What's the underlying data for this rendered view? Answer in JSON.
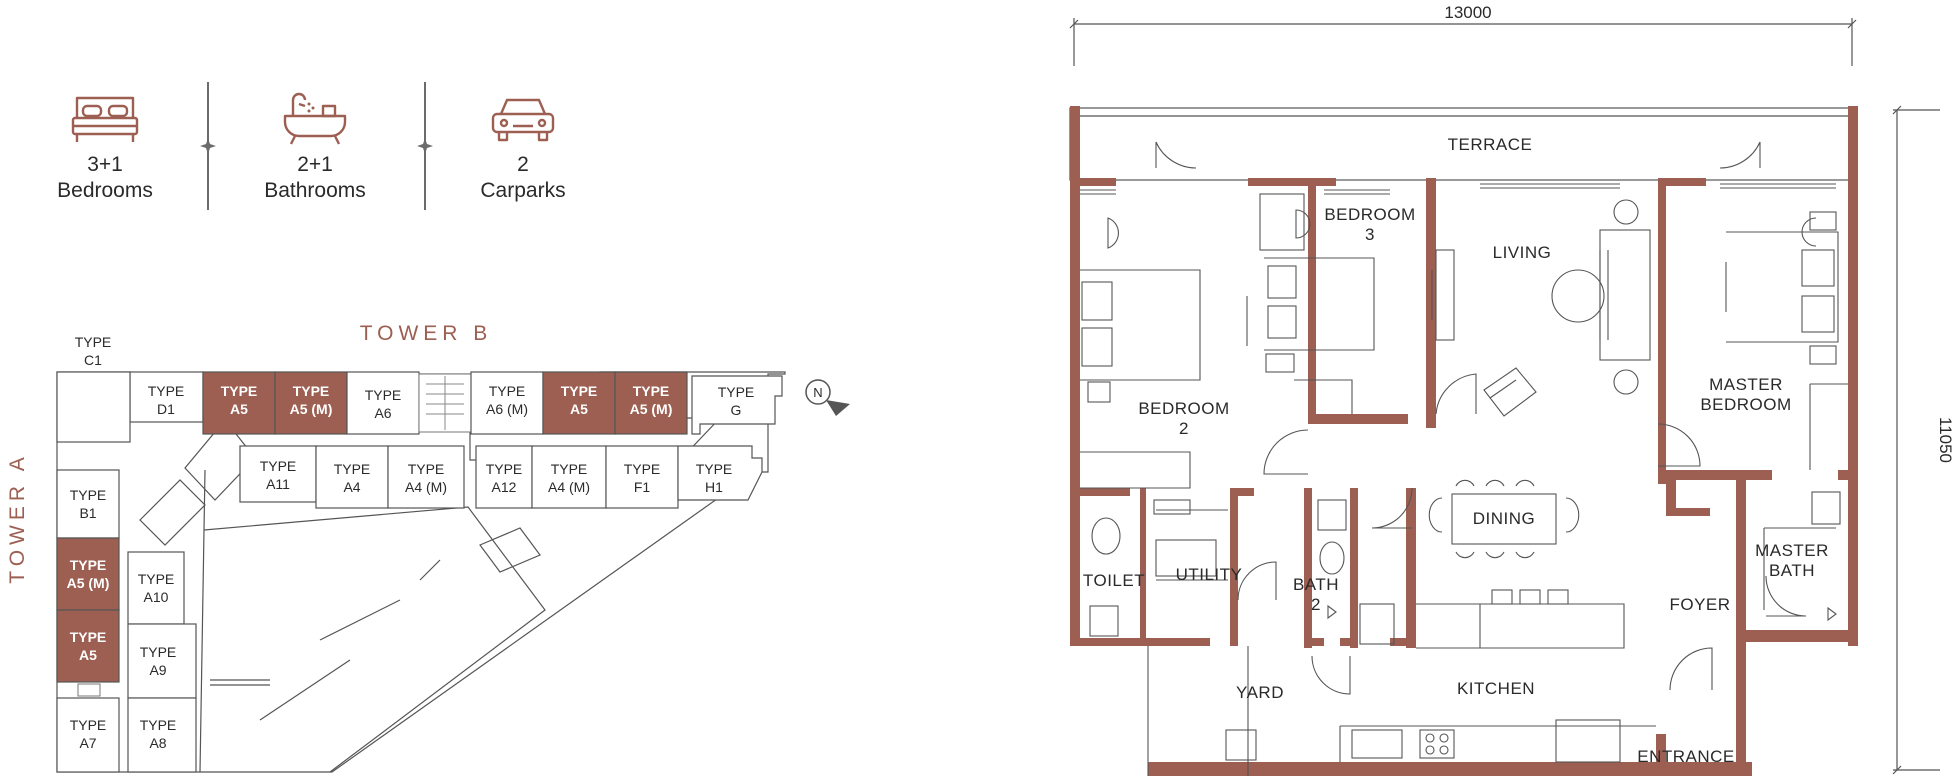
{
  "features": [
    {
      "value": "3+1",
      "label": "Bedrooms",
      "icon": "bed-icon"
    },
    {
      "value": "2+1",
      "label": "Bathrooms",
      "icon": "bathtub-icon"
    },
    {
      "value": "2",
      "label": "Carparks",
      "icon": "car-icon"
    }
  ],
  "key_plan": {
    "tower_b": "TOWER B",
    "tower_a": "TOWER A",
    "north": "N",
    "units_top": [
      {
        "line1": "TYPE",
        "line2": "D1",
        "highlight": false
      },
      {
        "line1": "TYPE",
        "line2": "A5",
        "highlight": true
      },
      {
        "line1": "TYPE",
        "line2": "A5 (M)",
        "highlight": true
      },
      {
        "line1": "TYPE",
        "line2": "A6",
        "highlight": false
      },
      {
        "line1": "TYPE",
        "line2": "A6 (M)",
        "highlight": false
      },
      {
        "line1": "TYPE",
        "line2": "A5",
        "highlight": true
      },
      {
        "line1": "TYPE",
        "line2": "A5 (M)",
        "highlight": true
      },
      {
        "line1": "TYPE",
        "line2": "G",
        "highlight": false
      }
    ],
    "units_row2": [
      {
        "line1": "TYPE",
        "line2": "A11"
      },
      {
        "line1": "TYPE",
        "line2": "A4"
      },
      {
        "line1": "TYPE",
        "line2": "A4 (M)"
      },
      {
        "line1": "TYPE",
        "line2": "A12"
      },
      {
        "line1": "TYPE",
        "line2": "A4 (M)"
      },
      {
        "line1": "TYPE",
        "line2": "F1"
      },
      {
        "line1": "TYPE",
        "line2": "H1"
      }
    ],
    "units_left": [
      {
        "line1": "TYPE",
        "line2": "C1",
        "highlight": false
      },
      {
        "line1": "TYPE",
        "line2": "B1",
        "highlight": false
      },
      {
        "line1": "TYPE",
        "line2": "A5 (M)",
        "highlight": true
      },
      {
        "line1": "TYPE",
        "line2": "A5",
        "highlight": true
      },
      {
        "line1": "TYPE",
        "line2": "A7",
        "highlight": false
      }
    ],
    "units_inner_left": [
      {
        "line1": "TYPE",
        "line2": "A10"
      },
      {
        "line1": "TYPE",
        "line2": "A9"
      },
      {
        "line1": "TYPE",
        "line2": "A8"
      }
    ]
  },
  "floor_plan": {
    "dim_width": "13000",
    "dim_height": "11050",
    "rooms": {
      "terrace": "TERRACE",
      "bedroom3_1": "BEDROOM",
      "bedroom3_2": "3",
      "living": "LIVING",
      "bedroom2_1": "BEDROOM",
      "bedroom2_2": "2",
      "master_1": "MASTER",
      "master_2": "BEDROOM",
      "dining": "DINING",
      "toilet": "TOILET",
      "utility": "UTILITY",
      "bath2_1": "BATH",
      "bath2_2": "2",
      "master_bath_1": "MASTER",
      "master_bath_2": "BATH",
      "foyer": "FOYER",
      "yard": "YARD",
      "kitchen": "KITCHEN",
      "entrance": "ENTRANCE"
    }
  },
  "colors": {
    "accent": "#9c5f52",
    "wall": "#9c5f52",
    "line": "#555555",
    "text": "#2a2a2a"
  }
}
